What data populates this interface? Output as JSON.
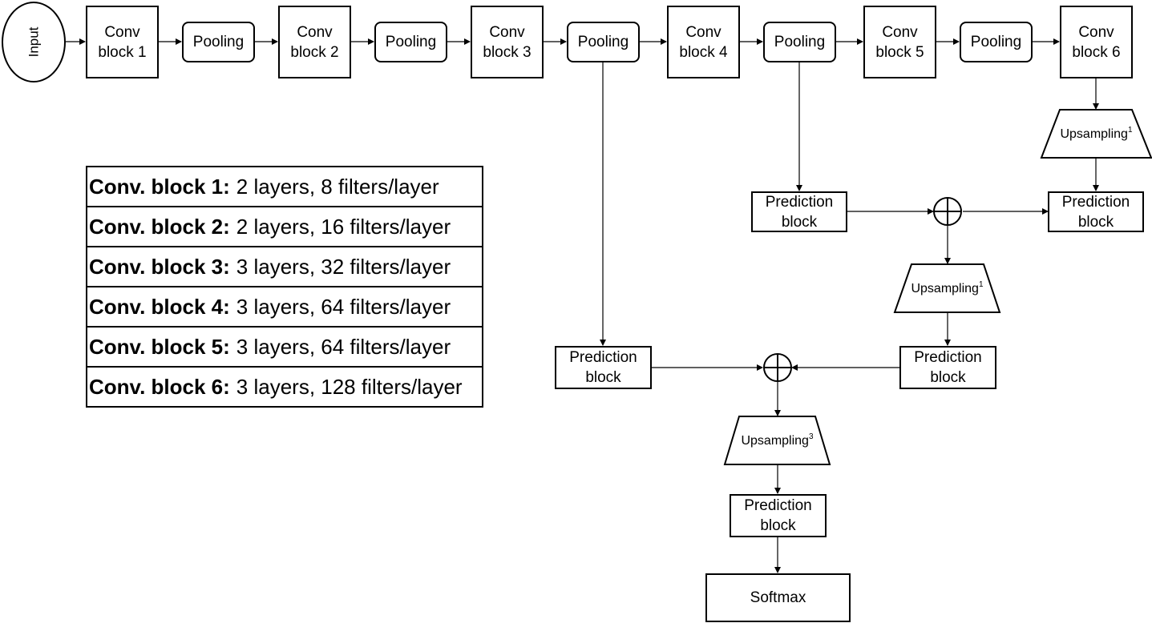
{
  "input_label": "Input",
  "conv_blocks": [
    {
      "line1": "Conv",
      "line2": "block 1"
    },
    {
      "line1": "Conv",
      "line2": "block 2"
    },
    {
      "line1": "Conv",
      "line2": "block 3"
    },
    {
      "line1": "Conv",
      "line2": "block 4"
    },
    {
      "line1": "Conv",
      "line2": "block 5"
    },
    {
      "line1": "Conv",
      "line2": "block 6"
    }
  ],
  "pooling_label": "Pooling",
  "prediction": {
    "line1": "Prediction",
    "line2": "block"
  },
  "upsampling": {
    "text": "Upsampling",
    "sup_a": "1",
    "sup_b": "3"
  },
  "softmax_label": "Softmax",
  "legend": [
    {
      "key": "Conv. block 1:",
      "desc": "2 layers, 8 filters/layer"
    },
    {
      "key": "Conv. block 2:",
      "desc": "2 layers, 16 filters/layer"
    },
    {
      "key": "Conv. block 3:",
      "desc": "3 layers, 32 filters/layer"
    },
    {
      "key": "Conv. block 4:",
      "desc": "3 layers, 64 filters/layer"
    },
    {
      "key": "Conv. block 5:",
      "desc": "3 layers, 64 filters/layer"
    },
    {
      "key": "Conv. block 6:",
      "desc": "3 layers, 128 filters/layer"
    }
  ]
}
